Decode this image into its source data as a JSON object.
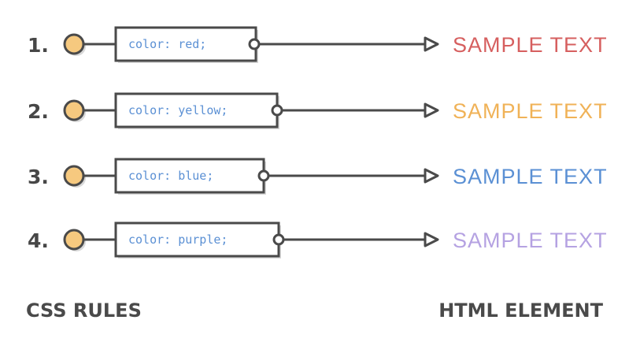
{
  "rules": [
    {
      "number": "1.",
      "code": "color: red;",
      "sample": "SAMPLE TEXT",
      "color": "#d65f5f"
    },
    {
      "number": "2.",
      "code": "color: yellow;",
      "sample": "SAMPLE TEXT",
      "color": "#f0b257"
    },
    {
      "number": "3.",
      "code": "color: blue;",
      "sample": "SAMPLE TEXT",
      "color": "#5b90d4"
    },
    {
      "number": "4.",
      "code": "color: purple;",
      "sample": "SAMPLE TEXT",
      "color": "#b5a2e2"
    }
  ],
  "labels": {
    "left": "CSS RULES",
    "right": "HTML ELEMENT"
  },
  "colors": {
    "stroke": "#4a4a4a",
    "circle_fill": "#f6c97f",
    "code_text": "#5b90d4",
    "shadow": "#d9d9d9"
  }
}
